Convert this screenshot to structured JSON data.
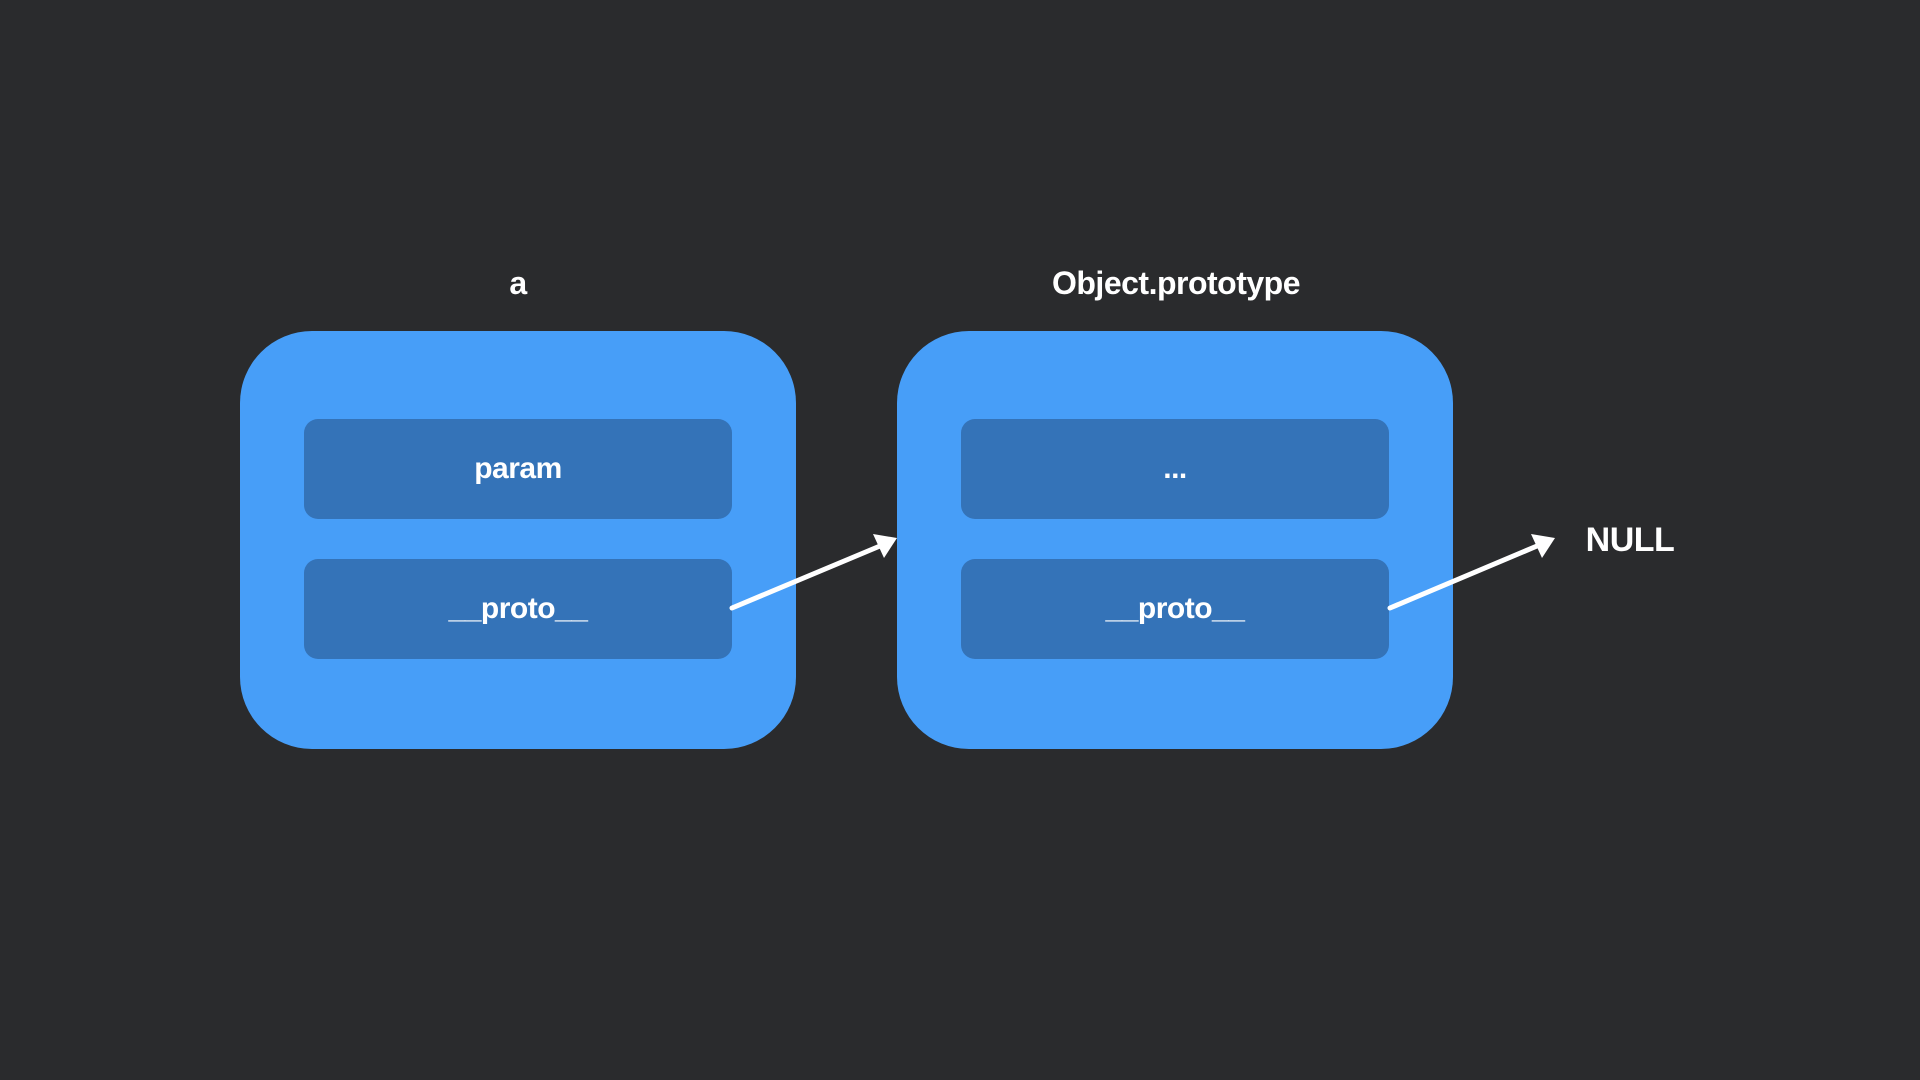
{
  "objects": [
    {
      "title": "a",
      "slots": [
        "param",
        "__proto__"
      ]
    },
    {
      "title": "Object.prototype",
      "slots": [
        "...",
        "__proto__"
      ]
    }
  ],
  "terminal": "NULL",
  "colors": {
    "background": "#2a2b2d",
    "object_box": "#479ef8",
    "slot": "#3473b8",
    "text": "#ffffff",
    "arrow": "#ffffff"
  }
}
